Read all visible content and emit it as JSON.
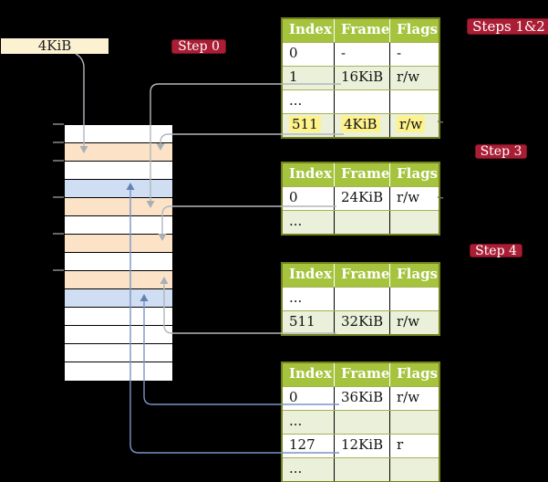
{
  "page": {
    "background": "#000000"
  },
  "legend": {
    "frame_size_label": "4KiB"
  },
  "badges": [
    {
      "id": "step-0",
      "label": "Step 0"
    },
    {
      "id": "steps-1-2",
      "label": "Steps 1&2"
    },
    {
      "id": "step-3",
      "label": "Step 3"
    },
    {
      "id": "step-4",
      "label": "Step 4"
    }
  ],
  "memory": {
    "description": "physical memory frames, one row per 4KiB frame",
    "rows": [
      {
        "kind": "free"
      },
      {
        "kind": "page-table"
      },
      {
        "kind": "free"
      },
      {
        "kind": "mapped"
      },
      {
        "kind": "page-table"
      },
      {
        "kind": "free"
      },
      {
        "kind": "page-table"
      },
      {
        "kind": "free"
      },
      {
        "kind": "page-table"
      },
      {
        "kind": "mapped"
      },
      {
        "kind": "free"
      },
      {
        "kind": "free"
      },
      {
        "kind": "free"
      },
      {
        "kind": "free"
      }
    ]
  },
  "tables": [
    {
      "name": "page-table-steps-1-2",
      "headers": [
        "Index",
        "Frame",
        "Flags"
      ],
      "rows": [
        {
          "cells": [
            "0",
            "-",
            "-"
          ],
          "shade": "white",
          "highlight": false
        },
        {
          "cells": [
            "1",
            "16KiB",
            "r/w"
          ],
          "shade": "green",
          "highlight": false
        },
        {
          "cells": [
            "...",
            "",
            ""
          ],
          "shade": "white",
          "highlight": false
        },
        {
          "cells": [
            "511",
            "4KiB",
            "r/w"
          ],
          "shade": "green",
          "highlight": true
        }
      ]
    },
    {
      "name": "page-table-step-3",
      "headers": [
        "Index",
        "Frame",
        "Flags"
      ],
      "rows": [
        {
          "cells": [
            "0",
            "24KiB",
            "r/w"
          ],
          "shade": "white",
          "highlight": false
        },
        {
          "cells": [
            "...",
            "",
            ""
          ],
          "shade": "green",
          "highlight": false
        }
      ]
    },
    {
      "name": "page-table-step-4",
      "headers": [
        "Index",
        "Frame",
        "Flags"
      ],
      "rows": [
        {
          "cells": [
            "...",
            "",
            ""
          ],
          "shade": "white",
          "highlight": false
        },
        {
          "cells": [
            "511",
            "32KiB",
            "r/w"
          ],
          "shade": "green",
          "highlight": false
        }
      ]
    },
    {
      "name": "page-table-final",
      "headers": [
        "Index",
        "Frame",
        "Flags"
      ],
      "rows": [
        {
          "cells": [
            "0",
            "36KiB",
            "r/w"
          ],
          "shade": "white",
          "highlight": false
        },
        {
          "cells": [
            "...",
            "",
            ""
          ],
          "shade": "green",
          "highlight": false
        },
        {
          "cells": [
            "127",
            "12KiB",
            "r"
          ],
          "shade": "white",
          "highlight": false
        },
        {
          "cells": [
            "...",
            "",
            ""
          ],
          "shade": "green",
          "highlight": false
        }
      ]
    }
  ],
  "colors": {
    "background": "#000000",
    "badge_red": "#a91e35",
    "table_header_green": "#a5c33c",
    "table_border_olive": "#75801e",
    "table_row_green": "#eaf0d9",
    "highlight_yellow": "#fdf28c",
    "frame_page_table_peach": "#fce3c8",
    "frame_mapped_blue": "#cfdef2",
    "legend_cream": "#fcf2d2",
    "arrow_gray": "#b2b7bc",
    "arrow_blue": "#7996c5"
  }
}
